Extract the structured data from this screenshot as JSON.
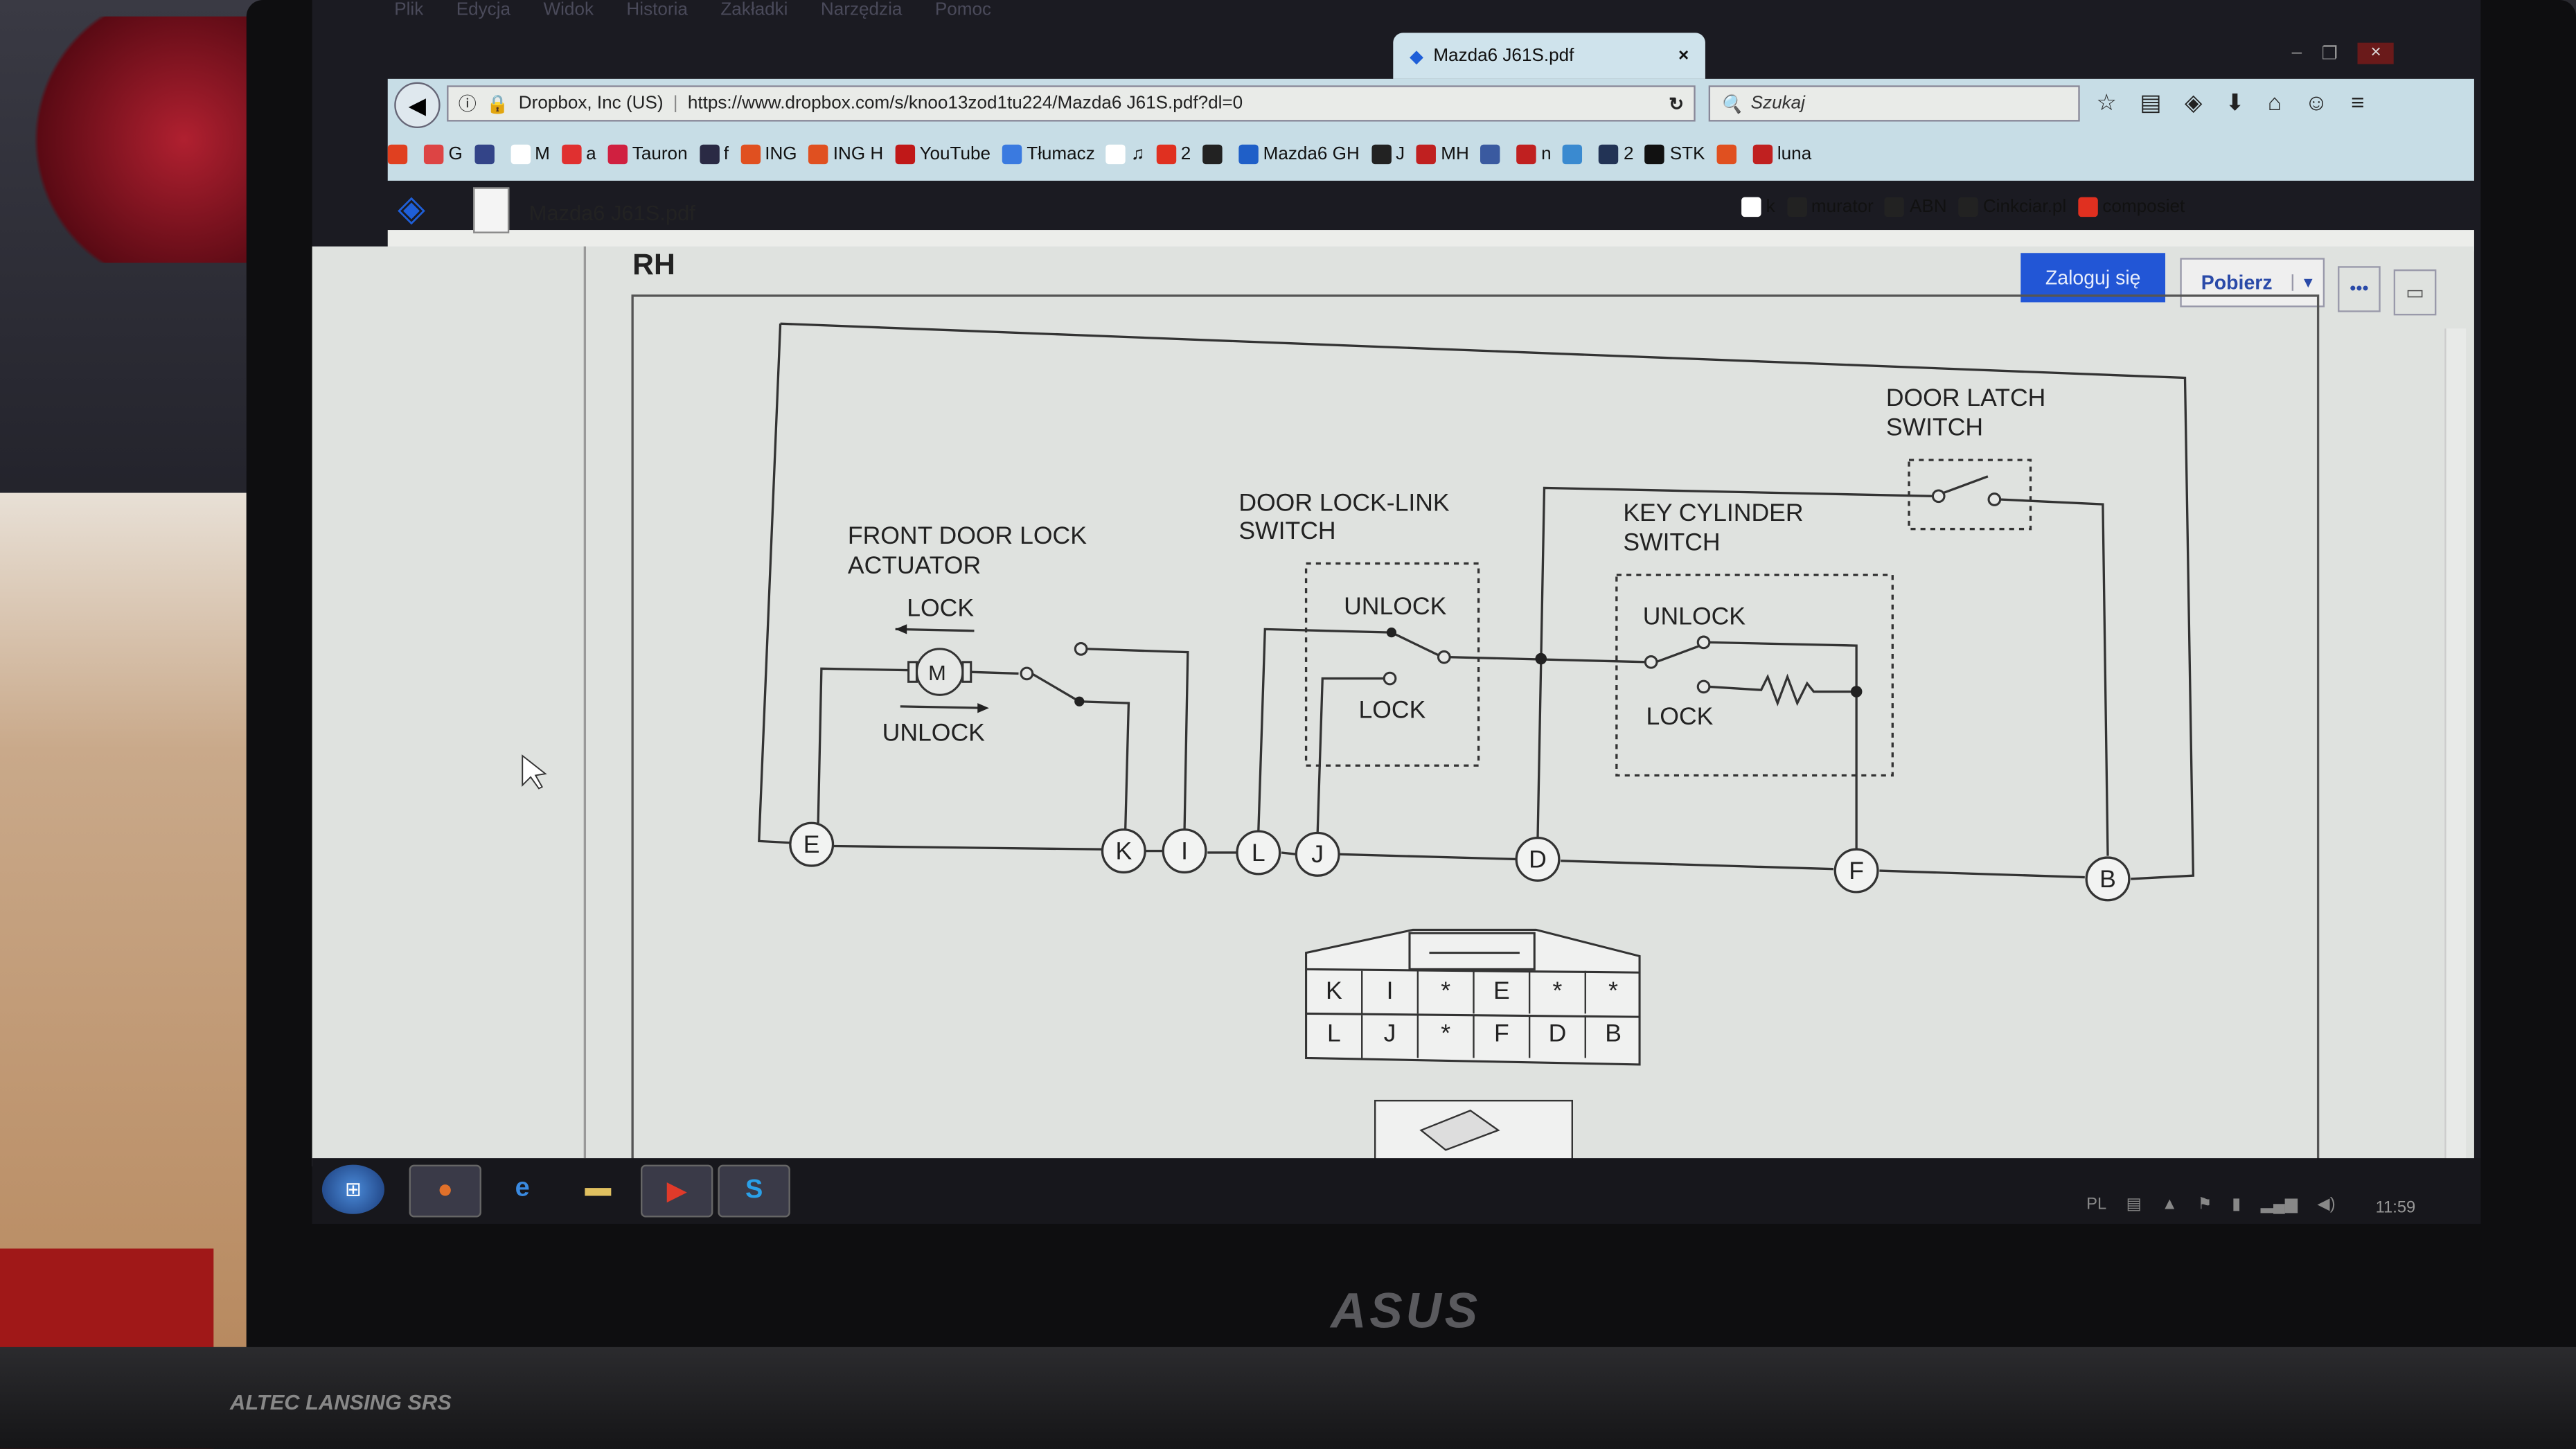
{
  "menubar": [
    "Plik",
    "Edycja",
    "Widok",
    "Historia",
    "Zakładki",
    "Narzędzia",
    "Pomoc"
  ],
  "tab": {
    "title": "Mazda6 J61S.pdf",
    "close": "×"
  },
  "window_controls": [
    "–",
    "❐",
    "×"
  ],
  "url_bar": {
    "identity": "Dropbox, Inc (US)",
    "url": "https://www.dropbox.com/s/knoo13zod1tu224/Mazda6 J61S.pdf?dl=0",
    "reload": "↻"
  },
  "search": {
    "placeholder": "Szukaj",
    "icon": "🔍"
  },
  "toolbar_icons": [
    "☆",
    "▤",
    "◈",
    "⬇",
    "⌂",
    "☺",
    "≡"
  ],
  "bookmarks": [
    {
      "label": "",
      "color": "#e04020"
    },
    {
      "label": "G",
      "color": "#dd4444"
    },
    {
      "label": "",
      "color": "#334488"
    },
    {
      "label": "M",
      "color": "#ffffff"
    },
    {
      "label": "a",
      "color": "#e03030"
    },
    {
      "label": "Tauron",
      "color": "#d02040"
    },
    {
      "label": "f",
      "color": "#2a2a44"
    },
    {
      "label": "ING",
      "color": "#e05020"
    },
    {
      "label": "ING H",
      "color": "#e05020"
    },
    {
      "label": "YouTube",
      "color": "#c01818"
    },
    {
      "label": "Tłumacz",
      "color": "#3a7ae0"
    },
    {
      "label": "♫",
      "color": "#ffffff"
    },
    {
      "label": "2",
      "color": "#e03020"
    },
    {
      "label": "",
      "color": "#222222"
    },
    {
      "label": "Mazda6 GH",
      "color": "#1f5fc8"
    },
    {
      "label": "J",
      "color": "#222222"
    },
    {
      "label": "MH",
      "color": "#c02020"
    },
    {
      "label": "",
      "color": "#3a5aa0"
    },
    {
      "label": "n",
      "color": "#c02020"
    },
    {
      "label": "",
      "color": "#3a8ad0"
    },
    {
      "label": "2",
      "color": "#223355"
    },
    {
      "label": "STK",
      "color": "#111111"
    },
    {
      "label": "",
      "color": "#e05020"
    },
    {
      "label": "luna",
      "color": "#c02020"
    }
  ],
  "bookmarks_right": [
    {
      "label": "k",
      "color": "#ffffff"
    },
    {
      "label": "murator",
      "color": "#222222"
    },
    {
      "label": "ABN",
      "color": "#222222"
    },
    {
      "label": "Cinkciar.pl",
      "color": "#222222"
    },
    {
      "label": "composiet",
      "color": "#e03020"
    }
  ],
  "dropbox": {
    "file_name": "Mazda6 J61S.pdf",
    "login": "Zaloguj się",
    "download": "Pobierz",
    "download_dropdown": "▼",
    "more": "•••",
    "comment": "▭"
  },
  "diagram": {
    "heading": "RH",
    "labels": {
      "actuator_1": "FRONT DOOR LOCK",
      "actuator_2": "ACTUATOR",
      "motor": "M",
      "lock": "LOCK",
      "unlock": "UNLOCK",
      "locklink_1": "DOOR LOCK-LINK",
      "locklink_2": "SWITCH",
      "locklink_unlock": "UNLOCK",
      "locklink_lock": "LOCK",
      "keycyl_1": "KEY CYLINDER",
      "keycyl_2": "SWITCH",
      "keycyl_unlock": "UNLOCK",
      "keycyl_lock": "LOCK",
      "latch_1": "DOOR LATCH",
      "latch_2": "SWITCH"
    },
    "terminals": [
      "E",
      "K",
      "I",
      "L",
      "J",
      "D",
      "F",
      "B"
    ],
    "connector": {
      "row1": [
        "K",
        "I",
        "*",
        "E",
        "*",
        "*"
      ],
      "row2": [
        "L",
        "J",
        "*",
        "F",
        "D",
        "B"
      ]
    }
  },
  "taskbar": {
    "apps": [
      "start",
      "firefox",
      "internet-explorer",
      "file-explorer",
      "media-player",
      "skype"
    ],
    "language": "PL",
    "time": "11:59"
  },
  "bezel": {
    "brand": "ASUS",
    "speaker_brand": "ALTEC LANSING  SRS"
  }
}
